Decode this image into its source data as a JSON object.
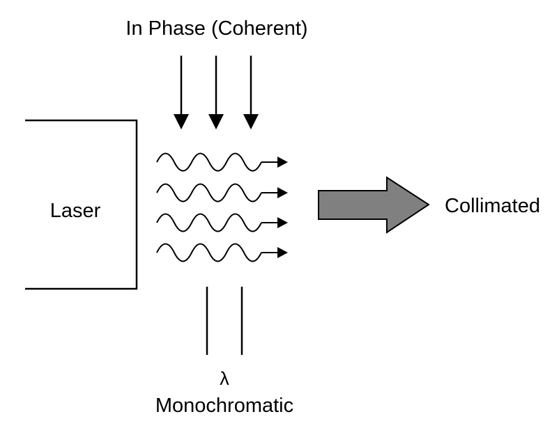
{
  "labels": {
    "top": "In Phase (Coherent)",
    "source": "Laser",
    "output": "Collimated",
    "lambda": "λ",
    "bottom": "Monochromatic"
  },
  "colors": {
    "stroke": "#000000",
    "big_arrow_fill": "#808080",
    "background": "#ffffff"
  },
  "waves": {
    "count": 4
  },
  "down_arrows": {
    "count": 3
  }
}
